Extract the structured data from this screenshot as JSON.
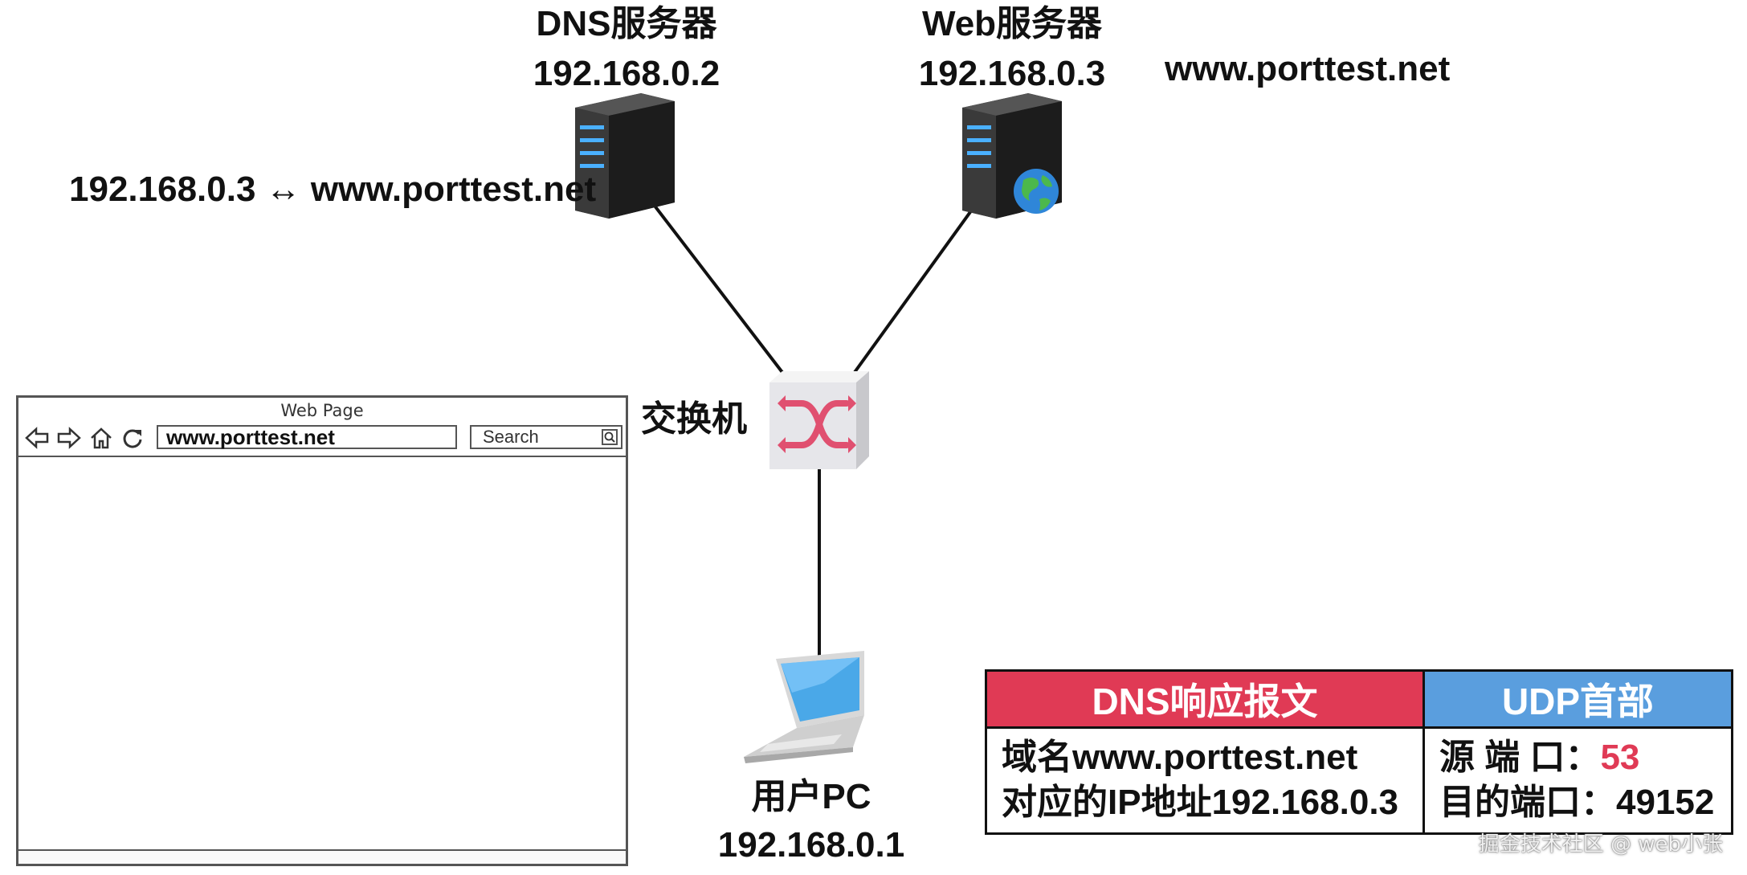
{
  "dns_server": {
    "name": "DNS服务器",
    "ip": "192.168.0.2",
    "record": "192.168.0.3 ↔ www.porttest.net",
    "icon": "server-icon"
  },
  "web_server": {
    "name": "Web服务器",
    "ip": "192.168.0.3",
    "domain": "www.porttest.net",
    "icon": "web-server-globe-icon"
  },
  "switch": {
    "name": "交换机",
    "icon": "switch-arrows-icon",
    "arrow_color": "#e05070"
  },
  "user_pc": {
    "name": "用户PC",
    "ip": "192.168.0.1",
    "icon": "laptop-icon"
  },
  "browser": {
    "title": "Web Page",
    "url": "www.porttest.net",
    "search_placeholder": "Search",
    "icons": [
      "back-arrow-icon",
      "forward-arrow-icon",
      "home-icon",
      "refresh-icon",
      "search-icon"
    ]
  },
  "packet": {
    "dns_header": "DNS响应报文",
    "dns_lines": [
      "域名www.porttest.net",
      "对应的IP地址192.168.0.3"
    ],
    "udp_header": "UDP首部",
    "src_port_label": "源 端 口：",
    "src_port_value": "53",
    "dst_port_label": "目的端口：",
    "dst_port_value": "49152",
    "colors": {
      "dns_header_bg": "#e03a55",
      "udp_header_bg": "#5a9ede",
      "highlight": "#e03a55"
    }
  },
  "watermark": "掘金技术社区 @ web小张"
}
